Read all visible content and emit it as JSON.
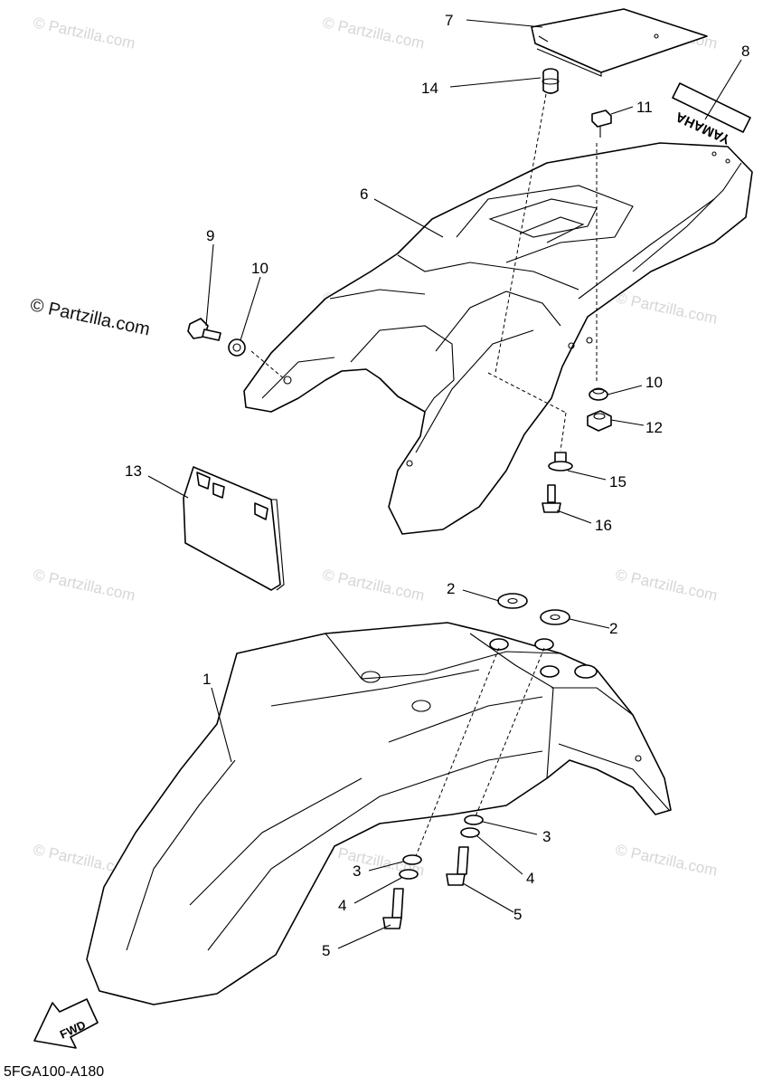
{
  "watermark": "© Partzilla.com",
  "brand_watermark": "© Partzilla.com",
  "diagram_code": "5FGA100-A180",
  "fwd_label": "FWD",
  "decal_text": "YAMAHA",
  "callouts": [
    "7",
    "8",
    "14",
    "11",
    "6",
    "9",
    "10",
    "10",
    "12",
    "15",
    "16",
    "13",
    "2",
    "2",
    "1",
    "3",
    "3",
    "4",
    "4",
    "5",
    "5"
  ]
}
